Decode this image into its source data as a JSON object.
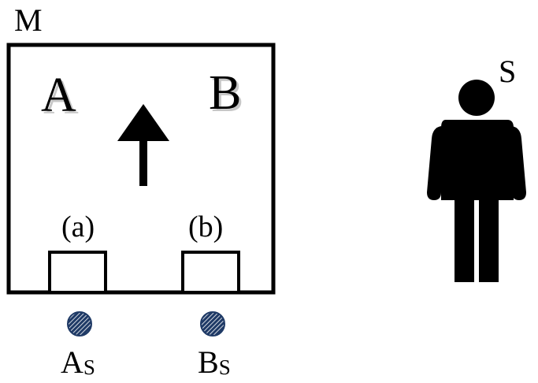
{
  "diagram": {
    "machine_label": "M",
    "region_a_label": "A",
    "region_b_label": "B",
    "slot_a_label": "(a)",
    "slot_b_label": "(b)",
    "source_a": {
      "main": "A",
      "sub": "S"
    },
    "source_b": {
      "main": "B",
      "sub": "S"
    },
    "subject_label": "S"
  },
  "colors": {
    "stroke": "#000000",
    "source_fill": "#1f3a66",
    "source_hatch": "#ffffff",
    "background": "#ffffff"
  },
  "icons": {
    "arrow": "arrow-up-icon",
    "person": "person-icon",
    "source": "hatched-circle-icon"
  }
}
